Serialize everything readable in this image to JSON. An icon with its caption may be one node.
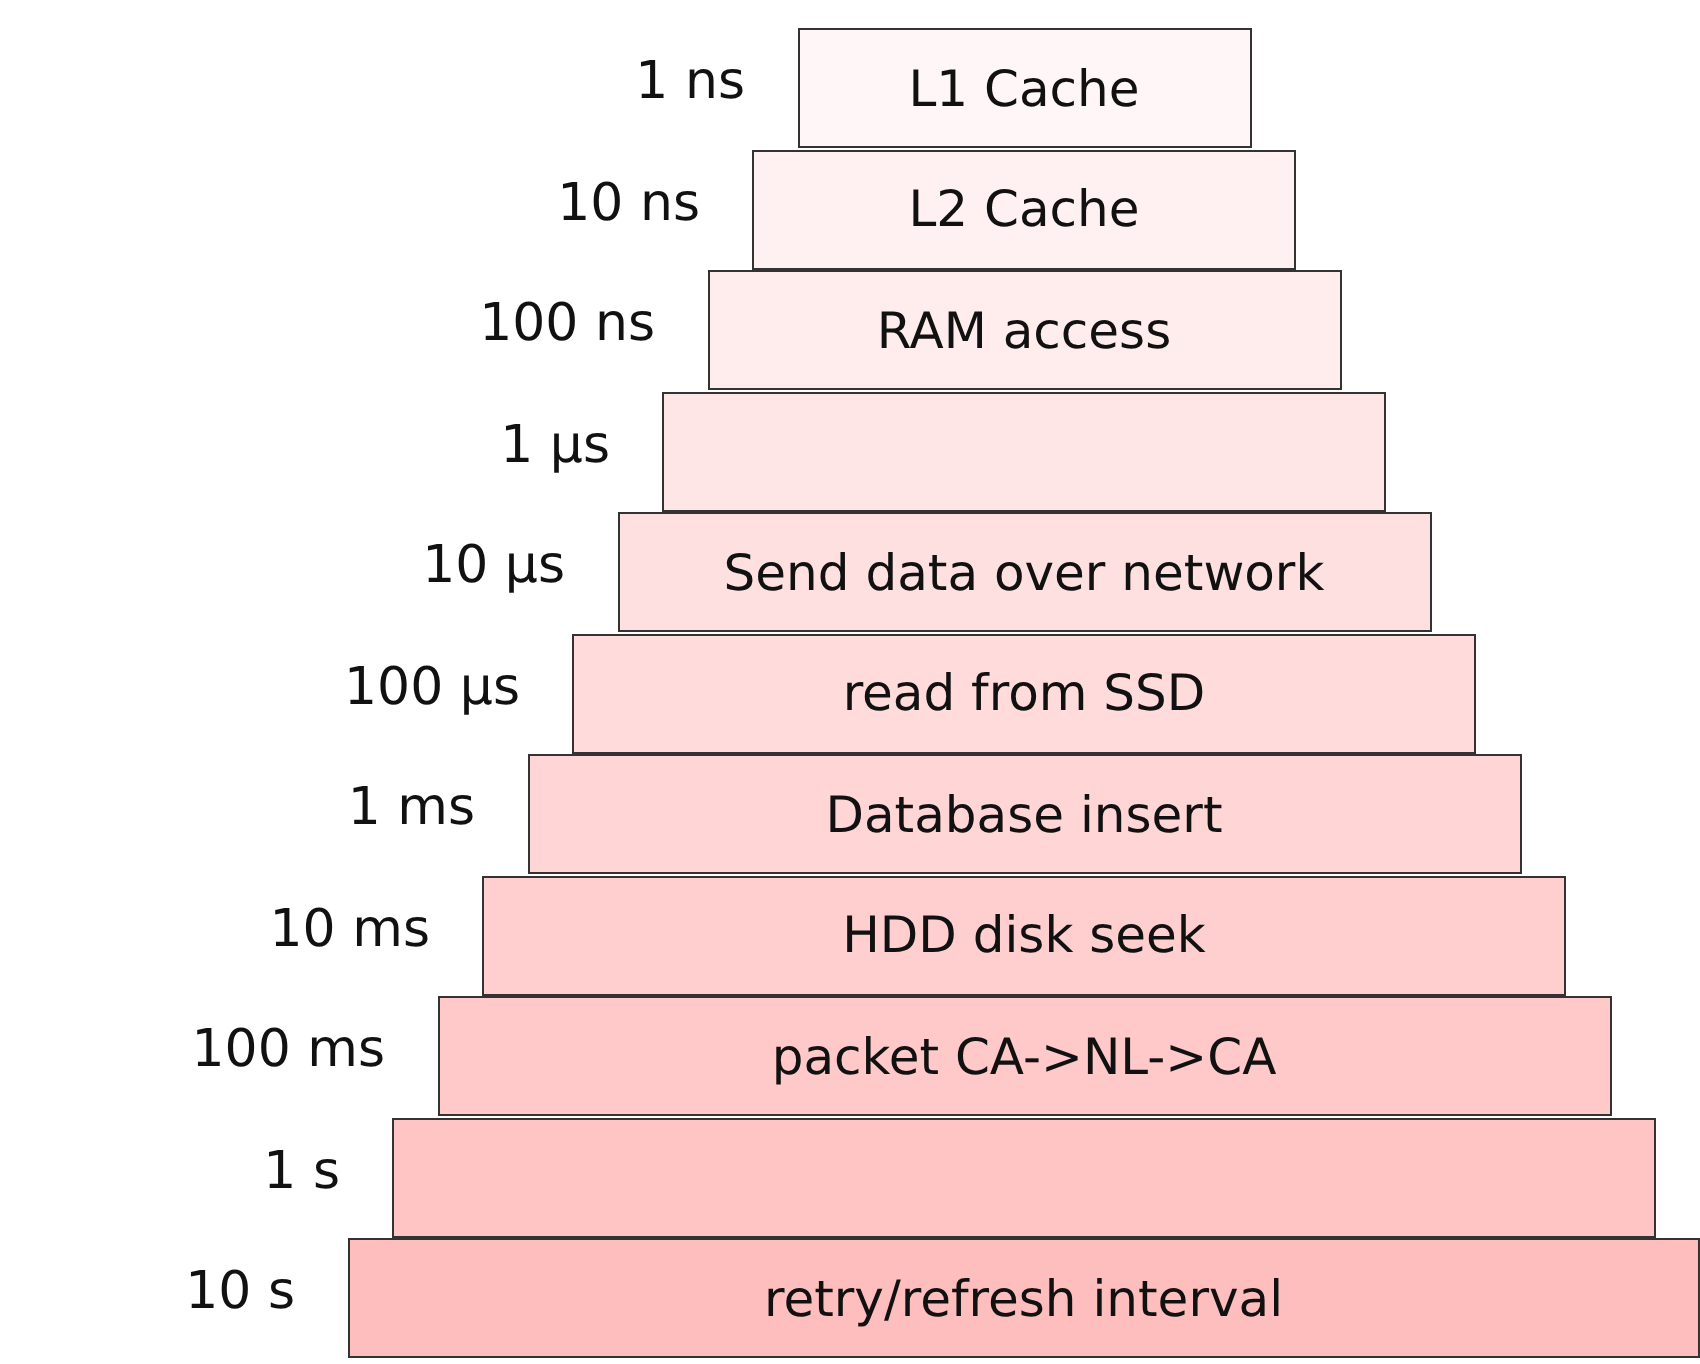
{
  "diagram": {
    "nodes": [
      {
        "text": [
          "L1 Cache"
        ],
        "beside": [
          "1 ns"
        ]
      },
      {
        "text": [
          "L2 Cache"
        ],
        "beside": [
          "10 ns"
        ]
      },
      {
        "text": [
          "RAM access"
        ],
        "beside": [
          "100 ns"
        ]
      },
      {
        "text": [],
        "shape": "box",
        "beside": [
          "1 µs"
        ]
      },
      {
        "text": [
          "Send data over network"
        ],
        "beside": [
          "10 µs"
        ]
      },
      {
        "text": [
          "read from SSD"
        ],
        "beside": [
          "100 µs"
        ]
      },
      {
        "text": [
          "Database insert"
        ],
        "beside": [
          "1 ms"
        ]
      },
      {
        "text": [
          "HDD disk seek"
        ],
        "beside": [
          "10 ms"
        ]
      },
      {
        "text": [
          "packet CA->NL->CA"
        ],
        "beside": [
          "100 ms"
        ]
      },
      {
        "text": [],
        "shape": "box",
        "beside": [
          "1 s"
        ]
      },
      {
        "text": [
          "retry/refresh interval"
        ],
        "beside": [
          "10 s"
        ]
      }
    ]
  }
}
